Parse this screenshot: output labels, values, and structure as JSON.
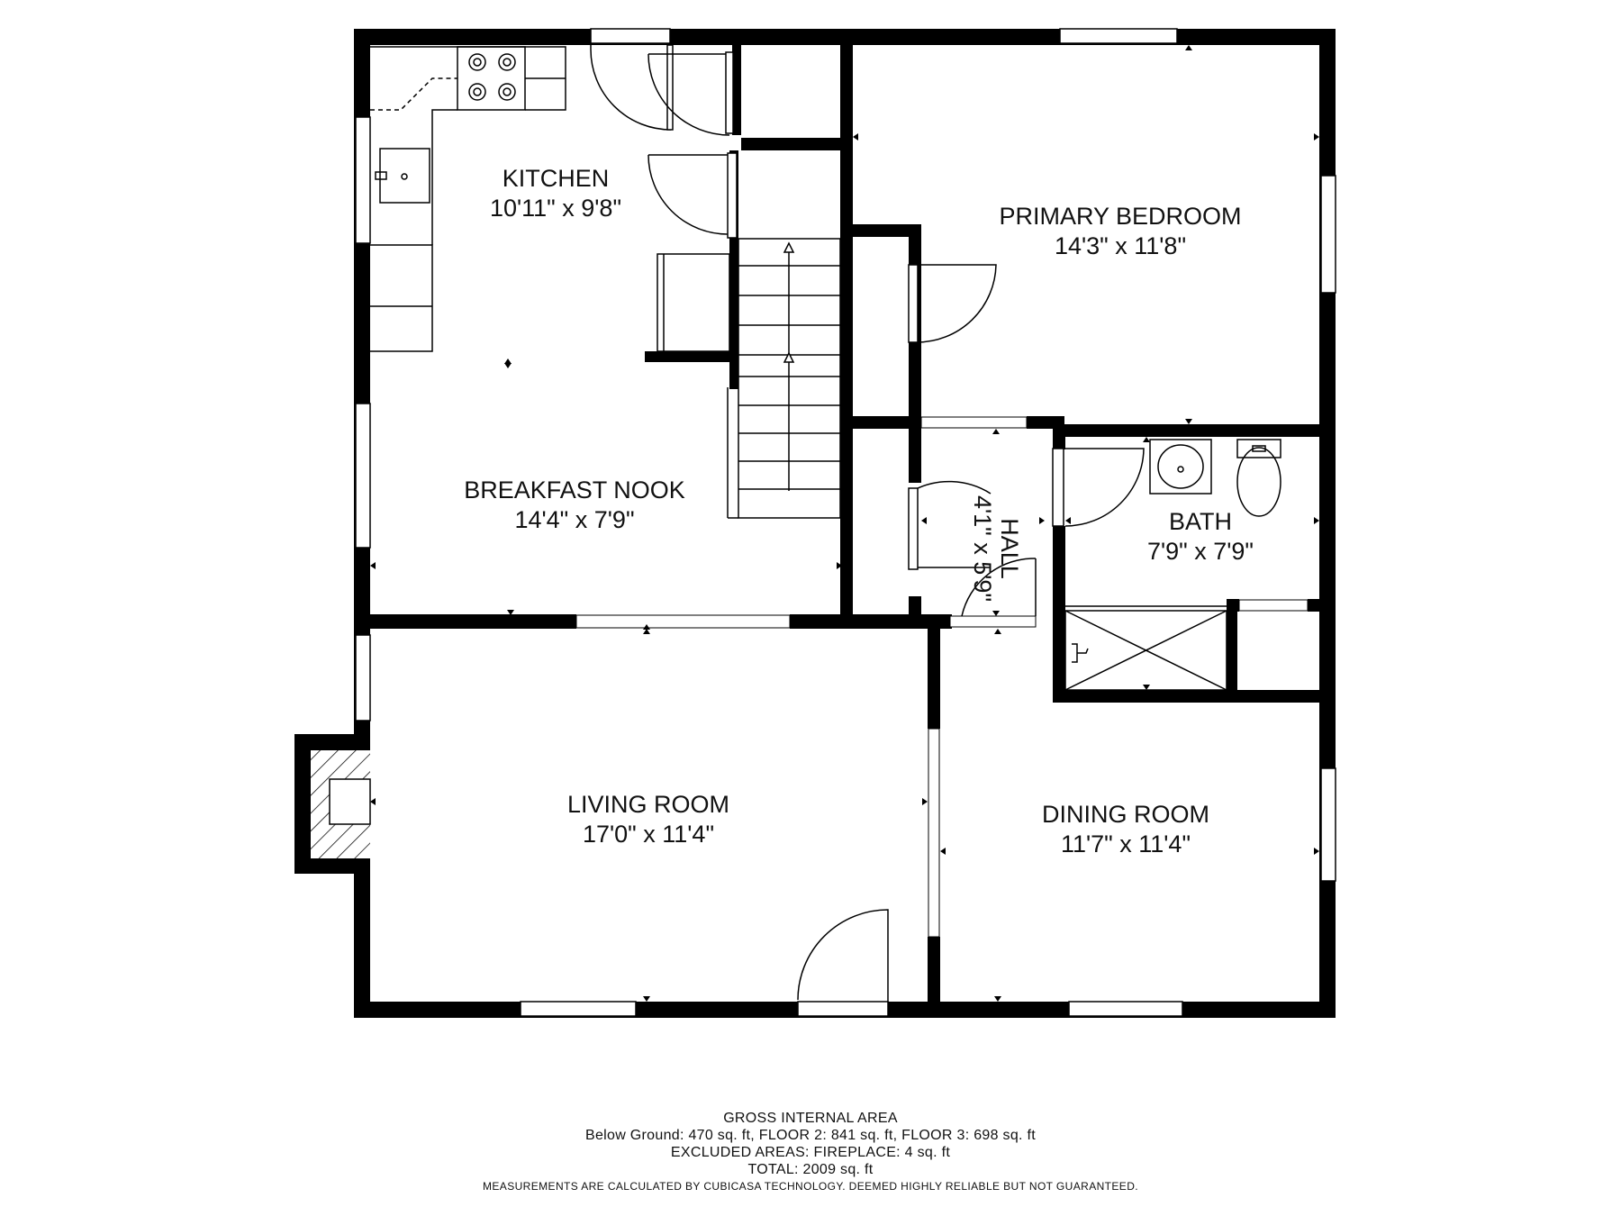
{
  "rooms": {
    "kitchen": {
      "name": "KITCHEN",
      "dims": "10'11\" x 9'8\""
    },
    "breakfast_nook": {
      "name": "BREAKFAST NOOK",
      "dims": "14'4\" x 7'9\""
    },
    "primary_bedroom": {
      "name": "PRIMARY BEDROOM",
      "dims": "14'3\" x 11'8\""
    },
    "hall": {
      "name": "HALL",
      "dims": "4'1\" x 5'9\""
    },
    "bath": {
      "name": "BATH",
      "dims": "7'9\" x 7'9\""
    },
    "living_room": {
      "name": "LIVING ROOM",
      "dims": "17'0\" x 11'4\""
    },
    "dining_room": {
      "name": "DINING ROOM",
      "dims": "11'7\" x 11'4\""
    }
  },
  "footer": {
    "heading": "GROSS INTERNAL AREA",
    "areas": "Below Ground: 470 sq. ft, FLOOR 2: 841 sq. ft, FLOOR 3: 698 sq. ft",
    "excluded": "EXCLUDED AREAS: FIREPLACE: 4 sq. ft",
    "total": "TOTAL: 2009 sq. ft",
    "disclaimer": "MEASUREMENTS ARE CALCULATED BY CUBICASA TECHNOLOGY. DEEMED HIGHLY RELIABLE BUT NOT GUARANTEED."
  },
  "colors": {
    "wall": "#000000",
    "background": "#ffffff",
    "text": "#111111"
  }
}
